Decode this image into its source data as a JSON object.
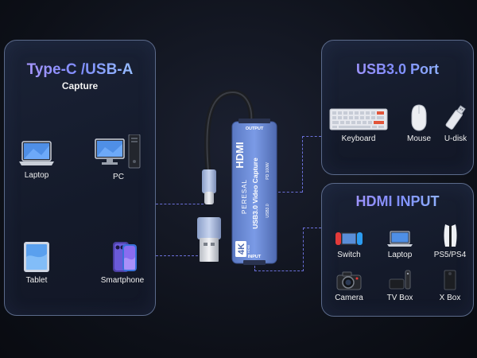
{
  "left_panel": {
    "title": "Type-C /USB-A",
    "subtitle": "Capture",
    "devices": [
      {
        "label": "Laptop",
        "icon": "laptop-icon"
      },
      {
        "label": "PC",
        "icon": "pc-icon"
      },
      {
        "label": "Tablet",
        "icon": "tablet-icon"
      },
      {
        "label": "Smartphone",
        "icon": "smartphone-icon"
      }
    ]
  },
  "usb_panel": {
    "title": "USB3.0 Port",
    "devices": [
      {
        "label": "Keyboard",
        "icon": "keyboard-icon"
      },
      {
        "label": "Mouse",
        "icon": "mouse-icon"
      },
      {
        "label": "U-disk",
        "icon": "usb-drive-icon"
      }
    ]
  },
  "hdmi_panel": {
    "title": "HDMI INPUT",
    "devices": [
      {
        "label": "Switch",
        "icon": "game-console-icon"
      },
      {
        "label": "Laptop",
        "icon": "laptop-icon"
      },
      {
        "label": "PS5/PS4",
        "icon": "ps5-icon"
      },
      {
        "label": "Camera",
        "icon": "camera-icon"
      },
      {
        "label": "TV Box",
        "icon": "tv-box-icon"
      },
      {
        "label": "X Box",
        "icon": "xbox-icon"
      }
    ]
  },
  "capture_device": {
    "brand": "PERESAL",
    "badge": "4K",
    "badge_sub": "HDMI",
    "hdmi_logo": "HDMI",
    "model": "USB3.0 Video Capture",
    "output_label": "OUTPUT",
    "input_label": "INPUT",
    "usb_label": "USB3.0",
    "pd_label": "PD 100W"
  },
  "colors": {
    "accent_purple": "#9b8cff",
    "connector_line": "#6a6fd8",
    "device_body": "#6f8fd8",
    "panel_border": "#5b6a8a"
  }
}
